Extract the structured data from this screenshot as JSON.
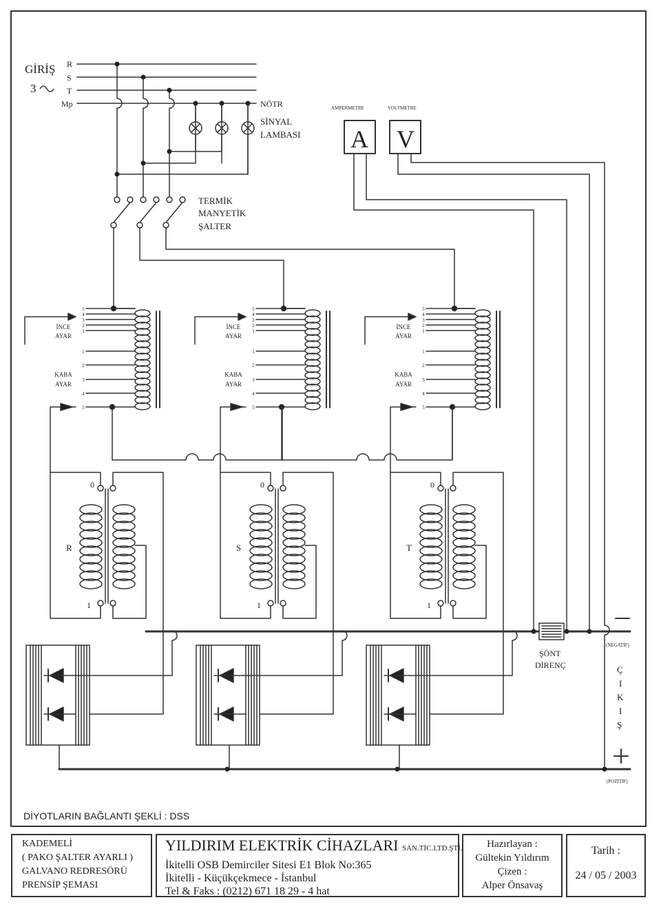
{
  "input": {
    "title": "GİRİŞ",
    "phase": "3",
    "lines": [
      "R",
      "S",
      "T",
      "Mp"
    ],
    "neutral": "NÖTR",
    "signal_lamp": [
      "SİNYAL",
      "LAMBASI"
    ]
  },
  "breaker": [
    "TERMİK",
    "MANYETİK",
    "ŞALTER"
  ],
  "meters": {
    "ammeter_label": "AMPERMETRE",
    "ammeter_symbol": "A",
    "voltmeter_label": "VOLTMETRE",
    "voltmeter_symbol": "V"
  },
  "tap_changer": {
    "fine": [
      "İNCE",
      "AYAR"
    ],
    "coarse": [
      "KABA",
      "AYAR"
    ],
    "fine_taps": [
      "5",
      "4",
      "3",
      "2",
      "1"
    ],
    "coarse_taps": [
      "1",
      "2",
      "3",
      "4",
      "5"
    ]
  },
  "transformers": [
    {
      "phase": "R",
      "top": "0",
      "bottom": "1"
    },
    {
      "phase": "S",
      "top": "0",
      "bottom": "1"
    },
    {
      "phase": "T",
      "top": "0",
      "bottom": "1"
    }
  ],
  "shunt": [
    "ŞÖNT",
    "DİRENÇ"
  ],
  "output": {
    "label_letters": [
      "Ç",
      "I",
      "K",
      "I",
      "Ş"
    ],
    "negative_symbol": "—",
    "negative_label": "(NEGATİF)",
    "positive_symbol": "+",
    "positive_label": "(POZİTİF)"
  },
  "diode_note": "DİYOTLARIN BAĞLANTI ŞEKLİ : DSS",
  "title_block": {
    "description": [
      "KADEMELİ",
      "( PAKO ŞALTER AYARLI )",
      "GALVANO REDRESÖRÜ",
      "PRENSİP ŞEMASI"
    ],
    "company": "YILDIRIM ELEKTRİK CİHAZLARI",
    "company_suffix": "SAN.TİC.LTD.ŞTİ.",
    "address1": "İkitelli OSB Demirciler Sitesi E1 Blok No:365",
    "address2": "İkitelli - Küçükçekmece - İstanbul",
    "phone": "Tel & Faks : (0212) 671 18 29 - 4 hat",
    "prepared_label": "Hazırlayan :",
    "prepared_by": "Gültekin Yıldırım",
    "drawn_label": "Çizen :",
    "drawn_by": "Alper Önsavaş",
    "date_label": "Tarih :",
    "date": "24 / 05 / 2003"
  }
}
